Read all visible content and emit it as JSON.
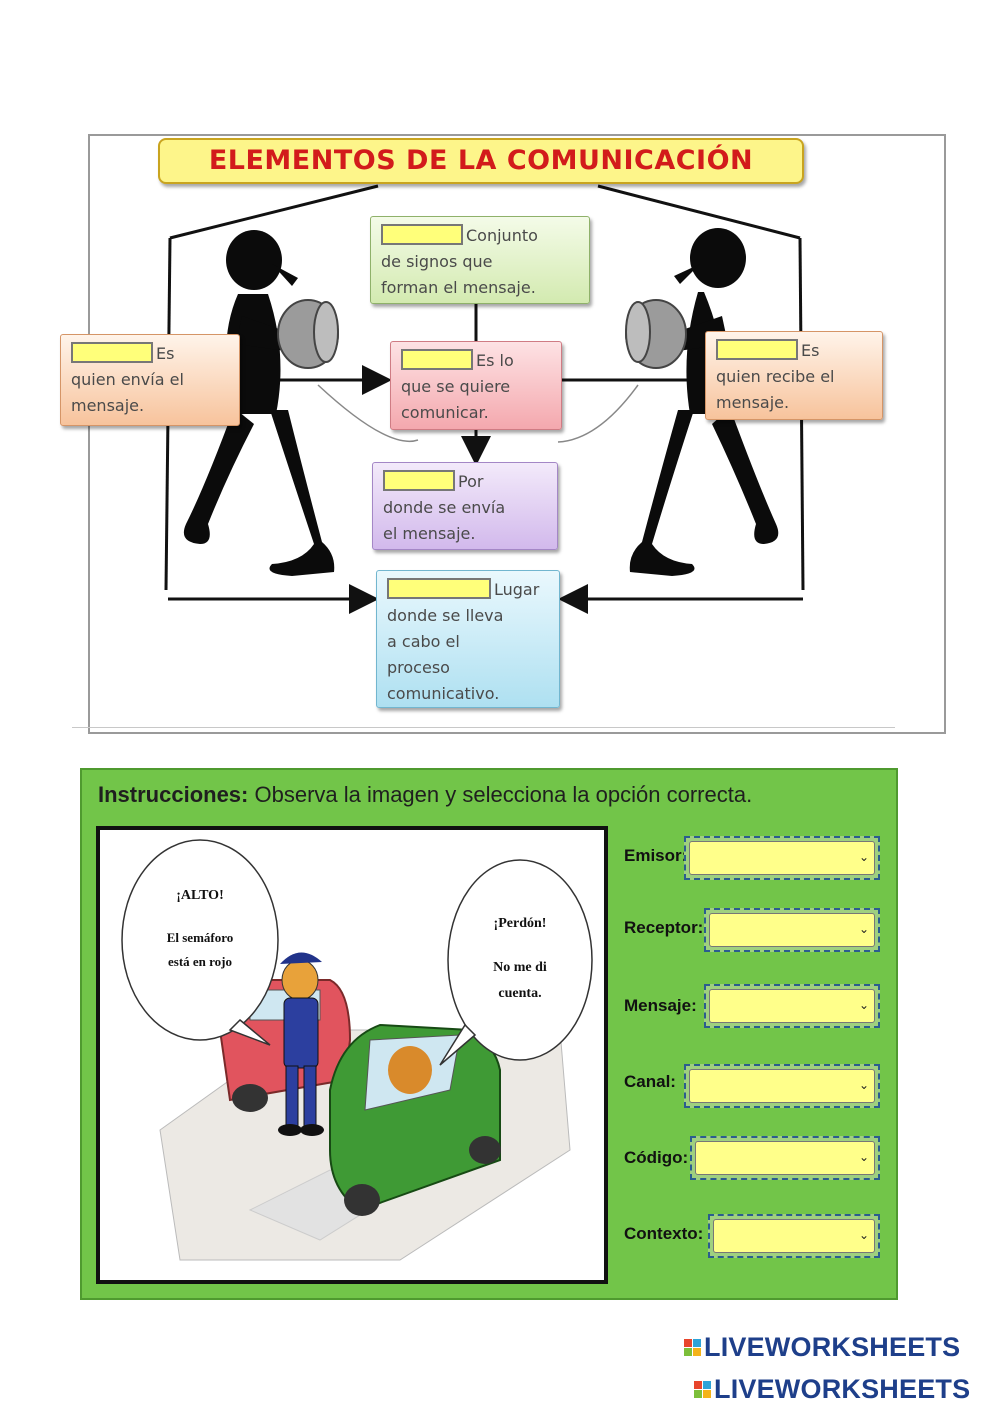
{
  "diagram": {
    "title": "ELEMENTOS DE LA COMUNICACIÓN",
    "codigo": {
      "line1": "Conjunto",
      "line2": "de signos que",
      "line3": "forman el mensaje."
    },
    "emisor": {
      "line1": "Es",
      "line2": "quien envía el",
      "line3": "mensaje."
    },
    "mensaje": {
      "line1": "Es lo",
      "line2": "que se quiere",
      "line3": "comunicar."
    },
    "receptor": {
      "line1": "Es",
      "line2": "quien recibe el",
      "line3": "mensaje."
    },
    "canal": {
      "line1": "Por",
      "line2": "donde se envía",
      "line3": "el mensaje."
    },
    "contexto": {
      "line1": "Lugar",
      "line2": "donde se lleva",
      "line3": "a cabo el",
      "line4": "proceso",
      "line5": "comunicativo."
    }
  },
  "activity": {
    "instructions_bold": "Instrucciones:",
    "instructions_text": " Observa la imagen y selecciona la opción correcta.",
    "bubble_left": {
      "line1": "¡ALTO!",
      "line2": "El semáforo",
      "line3": "está en rojo"
    },
    "bubble_right": {
      "line1": "¡Perdón!",
      "line2": "No me di",
      "line3": "cuenta."
    },
    "fields": [
      {
        "label": "Emisor:",
        "value": ""
      },
      {
        "label": "Receptor:",
        "value": ""
      },
      {
        "label": "Mensaje:",
        "value": ""
      },
      {
        "label": "Canal:",
        "value": ""
      },
      {
        "label": "Código:",
        "value": ""
      },
      {
        "label": "Contexto:",
        "value": ""
      }
    ]
  },
  "branding": {
    "logo_text": "LIVEWORKSHEETS"
  },
  "colors": {
    "panel_green": "#72c549",
    "title_red": "#d21b1b",
    "title_yellow": "#fdf58a",
    "blank_yellow": "#ffff7a",
    "logo_blue": "#1e3f8a"
  },
  "icons": [
    "speaker-silhouette-icon",
    "listener-silhouette-icon",
    "chevron-down-icon",
    "liveworksheets-logo-icon"
  ]
}
